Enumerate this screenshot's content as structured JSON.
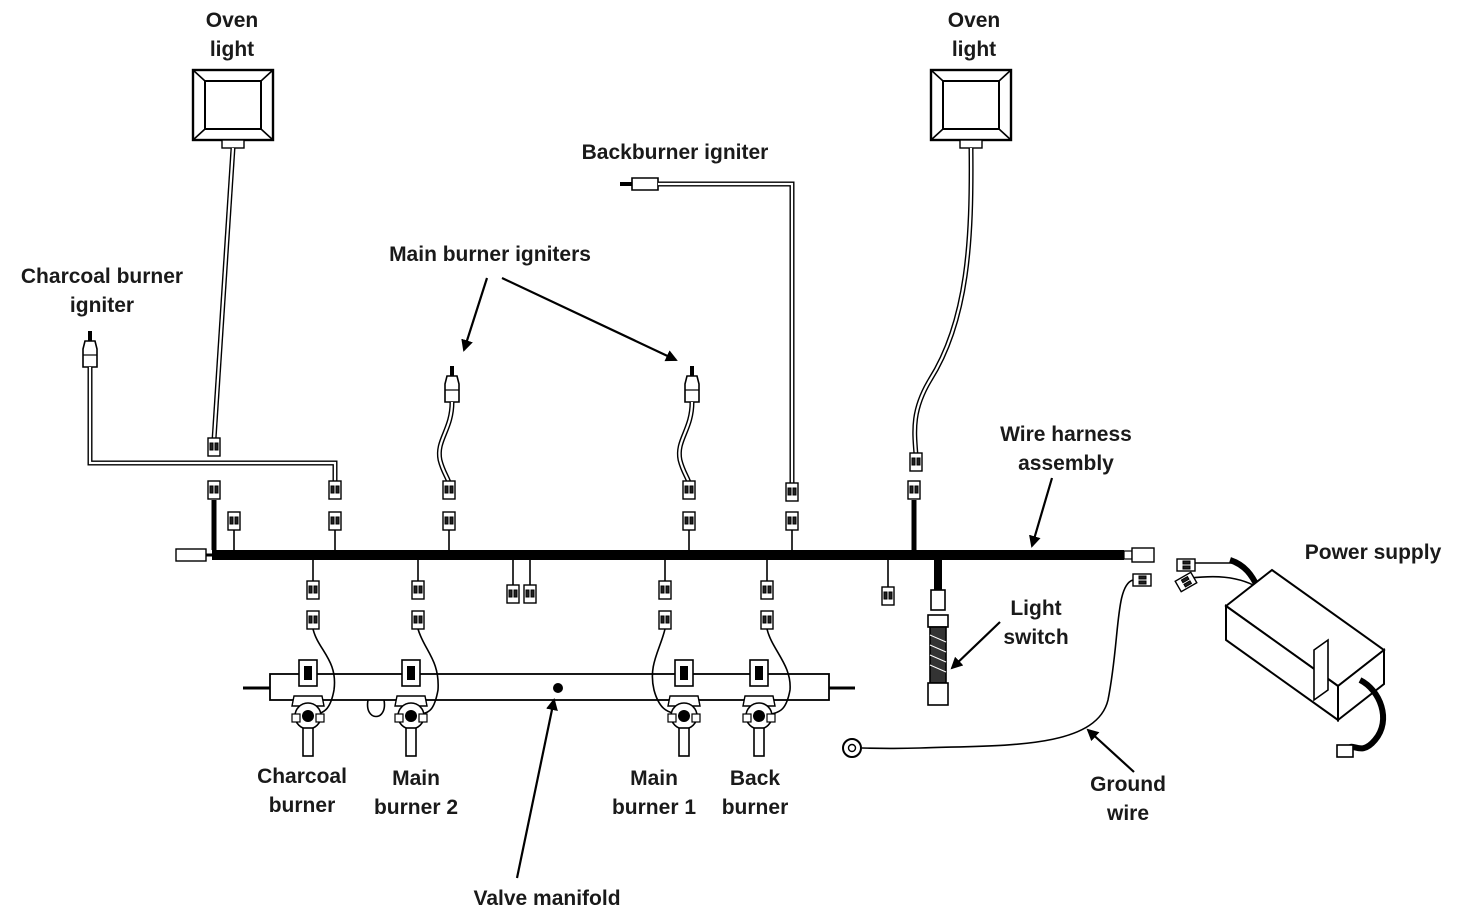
{
  "colors": {
    "ink": "#000000",
    "label": "#1a1a1a",
    "background": "#ffffff"
  },
  "labels": {
    "oven_light_left": [
      "Oven",
      "light"
    ],
    "oven_light_right": [
      "Oven",
      "light"
    ],
    "backburner_igniter": [
      "Backburner igniter"
    ],
    "charcoal_burner_igniter": [
      "Charcoal burner",
      "igniter"
    ],
    "main_burner_igniters": [
      "Main burner igniters"
    ],
    "wire_harness_assembly": [
      "Wire harness",
      "assembly"
    ],
    "power_supply": [
      "Power supply"
    ],
    "light_switch": [
      "Light",
      "switch"
    ],
    "charcoal_burner": [
      "Charcoal",
      "burner"
    ],
    "main_burner_2": [
      "Main",
      "burner 2"
    ],
    "main_burner_1": [
      "Main",
      "burner 1"
    ],
    "back_burner": [
      "Back",
      "burner"
    ],
    "ground_wire": [
      "Ground",
      "wire"
    ],
    "valve_manifold": [
      "Valve manifold"
    ]
  }
}
